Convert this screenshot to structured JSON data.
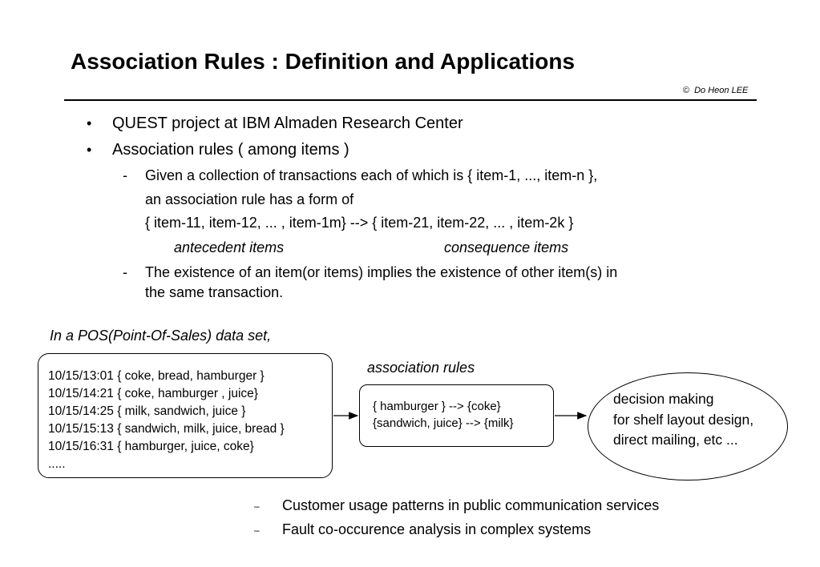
{
  "slide": {
    "title": "Association Rules : Definition and Applications",
    "copyright_symbol": "©",
    "author": "Do Heon LEE"
  },
  "bullets": [
    {
      "text": "QUEST project at IBM Almaden Research Center"
    },
    {
      "text": "Association rules ( among items )"
    }
  ],
  "sub_items": {
    "item1_line1": "Given a collection of transactions each of which is { item-1, ..., item-n },",
    "item1_line2": "an association rule has a form of",
    "item1_line3": "{ item-11, item-12, ... , item-1m} --> { item-21, item-22, ... , item-2k }",
    "antecedent": "antecedent items",
    "consequence": "consequence items",
    "item2_line1": "The existence of an item(or items) implies the existence of other item(s) in",
    "item2_line2": "the same transaction.",
    "dash": "-"
  },
  "diagram": {
    "pos_label": "In a POS(Point-Of-Sales) data set,",
    "transactions": [
      "10/15/13:01 { coke, bread, hamburger }",
      "10/15/14:21 { coke, hamburger , juice}",
      "10/15/14:25 { milk, sandwich, juice }",
      "10/15/15:13 { sandwich, milk, juice, bread }",
      "10/15/16:31 { hamburger, juice, coke}",
      "....."
    ],
    "rules_label": "association rules",
    "rules": [
      "{ hamburger } --> {coke}",
      "{sandwich, juice} --> {milk}"
    ],
    "outcome": [
      "decision making",
      "for shelf layout design,",
      "direct mailing, etc ..."
    ]
  },
  "applications": [
    "Customer usage patterns in public communication services",
    "Fault co-occurence analysis in complex systems"
  ],
  "bullet_symbols": {
    "dot": "•",
    "endash": "–"
  }
}
